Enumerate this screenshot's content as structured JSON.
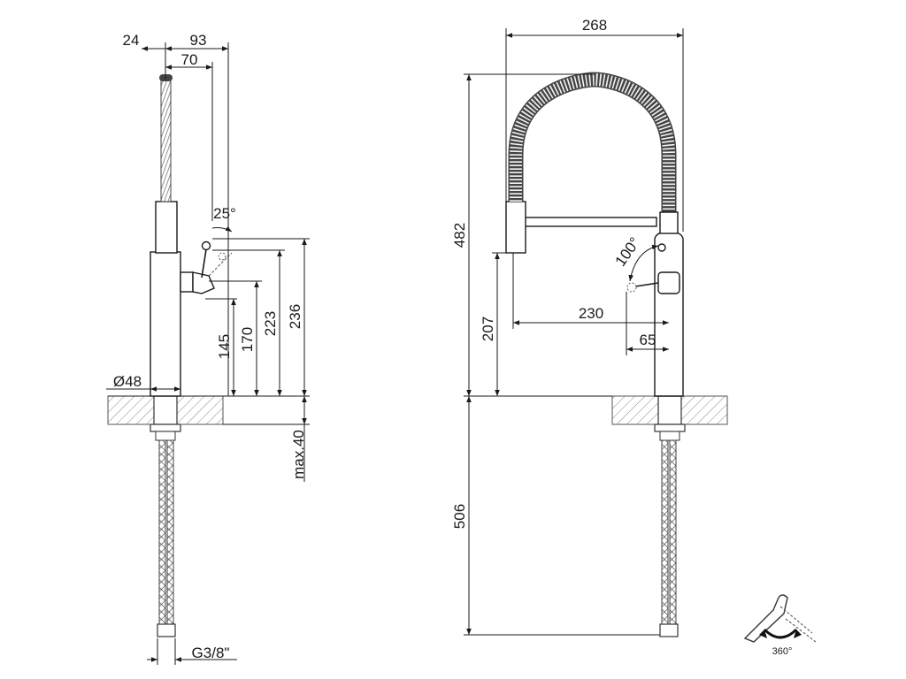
{
  "side_view": {
    "dims": {
      "spout_offset": "24",
      "depth_total": "93",
      "depth_handle": "70",
      "handle_angle": "25°",
      "height_236": "236",
      "height_223": "223",
      "height_170": "170",
      "height_145": "145",
      "diameter": "Ø48",
      "counter_thickness": "max.40",
      "connection": "G3/8\""
    }
  },
  "front_view": {
    "dims": {
      "width_total": "268",
      "height_total": "482",
      "height_spout": "207",
      "reach": "230",
      "handle_offset": "65",
      "handle_angle": "100°",
      "hose_length": "506"
    }
  },
  "rotation_icon": {
    "label": "360°"
  }
}
